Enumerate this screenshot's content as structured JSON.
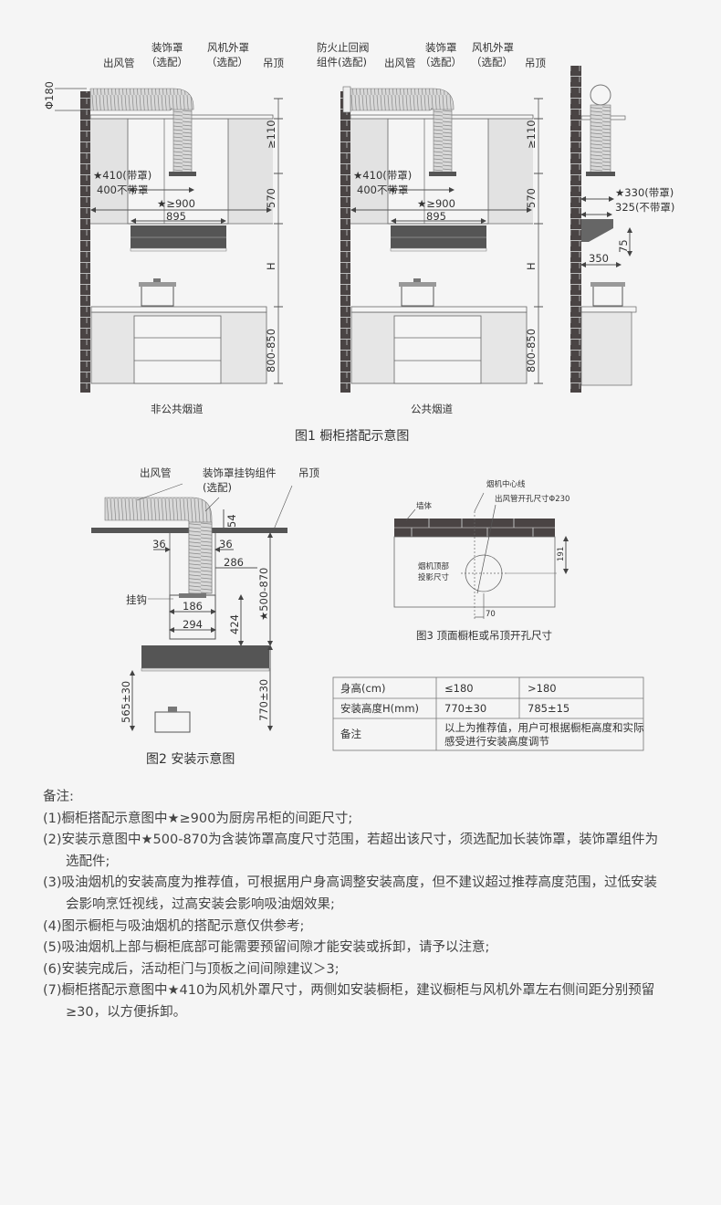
{
  "fig1": {
    "caption": "图1 橱柜搭配示意图",
    "left": {
      "label": "非公共烟道",
      "duct": "出风管",
      "deco_cover": "装饰罩",
      "deco_optional": "（选配）",
      "fan_cover": "风机外罩",
      "fan_optional": "（选配）",
      "ceiling": "吊顶",
      "phi": "Φ180",
      "gap_top": "≥110",
      "width_with_cover": "★410(带罩)",
      "width_without_cover": "400不带罩",
      "cabinet_gap": "★≥900",
      "hood_width": "895",
      "dim_570": "570",
      "dim_h": "H",
      "dim_counter": "800-850"
    },
    "middle": {
      "label": "公共烟道",
      "valve": "防火止回阀",
      "valve_optional": "组件(选配)",
      "duct": "出风管",
      "deco_cover": "装饰罩",
      "deco_optional": "（选配）",
      "fan_cover": "风机外罩",
      "fan_optional": "（选配）",
      "ceiling": "吊顶",
      "gap_top": "≥110",
      "width_with_cover": "★410(带罩)",
      "width_without_cover": "400不带罩",
      "cabinet_gap": "★≥900",
      "hood_width": "895",
      "dim_570": "570",
      "dim_h": "H",
      "dim_counter": "800-850"
    },
    "right": {
      "depth_with_cover": "★330(带罩)",
      "depth_without_cover": "325(不带罩)",
      "dim_75": "75",
      "dim_350": "350"
    }
  },
  "fig2": {
    "caption": "图2 安装示意图",
    "duct": "出风管",
    "hook_assembly": "装饰罩挂钩组件",
    "hook_optional": "(选配)",
    "ceiling": "吊顶",
    "hook": "挂钩",
    "dim_54": "54",
    "dim_36a": "36",
    "dim_36b": "36",
    "dim_286": "286",
    "dim_186": "186",
    "dim_294": "294",
    "dim_424": "424",
    "dim_500_870": "★500-870",
    "dim_565": "565±30",
    "dim_770": "770±30"
  },
  "fig3": {
    "caption": "图3 顶面橱柜或吊顶开孔尺寸",
    "center_line": "烟机中心线",
    "hole_size": "出风管开孔尺寸Φ230",
    "wall": "墙体",
    "projection_1": "烟机顶部",
    "projection_2": "投影尺寸",
    "dim_191": "191",
    "dim_70": "70"
  },
  "table": {
    "rows": [
      [
        "身高(cm)",
        "≤180",
        ">180"
      ],
      [
        "安装高度H(mm)",
        "770±30",
        "785±15"
      ],
      [
        "备注",
        "以上为推荐值，用户可根据橱柜高度和实际",
        "感受进行安装高度调节"
      ]
    ]
  },
  "notes": {
    "title": "备注:",
    "items": [
      "(1)橱柜搭配示意图中★≥900为厨房吊柜的间距尺寸;",
      "(2)安装示意图中★500-870为含装饰罩高度尺寸范围，若超出该尺寸，须选配加长装饰罩，装饰罩组件为",
      "选配件;",
      "(3)吸油烟机的安装高度为推荐值，可根据用户身高调整安装高度，但不建议超过推荐高度范围，过低安装",
      "会影响烹饪视线，过高安装会影响吸油烟效果;",
      "(4)图示橱柜与吸油烟机的搭配示意仅供参考;",
      "(5)吸油烟机上部与橱柜底部可能需要预留间隙才能安装或拆卸，请予以注意;",
      "(6)安装完成后，活动柜门与顶板之间间隙建议＞3;",
      "(7)橱柜搭配示意图中★410为风机外罩尺寸，两侧如安装橱柜，建议橱柜与风机外罩左右侧间距分别预留",
      "≥30，以方便拆卸。"
    ]
  },
  "colors": {
    "brick": "#4a4444",
    "cabinet": "#e4e4e4",
    "hood": "#555555",
    "line": "#555555",
    "background": "#f5f5f5"
  }
}
